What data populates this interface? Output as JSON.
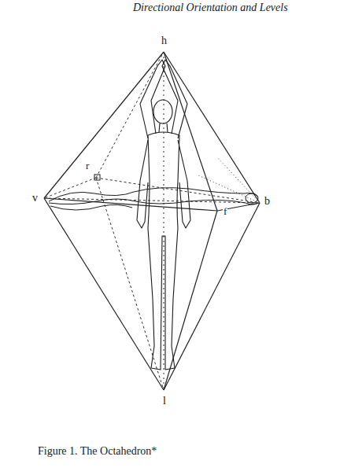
{
  "diagram": {
    "caption": "Figure 1. The Octahedron*",
    "labels": [
      "Directional Orientation and Levels",
      "h",
      "r",
      "b",
      "v",
      "f",
      "l"
    ]
  }
}
